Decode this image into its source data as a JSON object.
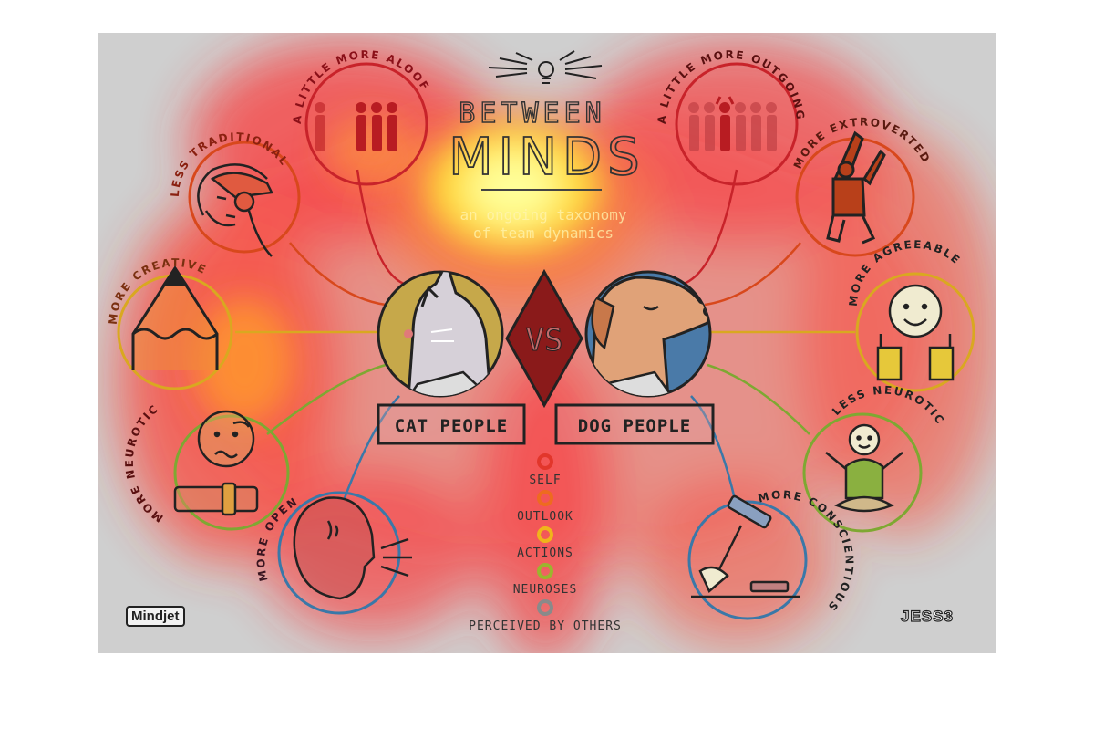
{
  "title": {
    "line1": "BETWEEN",
    "line2": "MINDS",
    "subtitle1": "an ongoing taxonomy",
    "subtitle2": "of team dynamics"
  },
  "center": {
    "vs": "VS",
    "left": "CAT PEOPLE",
    "right": "DOG PEOPLE"
  },
  "traits_cat": [
    "A LITTLE MORE ALOOF",
    "LESS TRADITIONAL",
    "MORE CREATIVE",
    "MORE NEUROTIC",
    "MORE OPEN"
  ],
  "traits_dog": [
    "A LITTLE MORE OUTGOING",
    "MORE EXTROVERTED",
    "MORE AGREEABLE",
    "LESS NEUROTIC",
    "MORE CONSCIENTIOUS"
  ],
  "legend": [
    "SELF",
    "OUTLOOK",
    "ACTIONS",
    "NEUROSES",
    "PERCEIVED BY OTHERS"
  ],
  "legend_colors": [
    "#e2362b",
    "#ee6b1f",
    "#f0b41b",
    "#9bb52e",
    "#8a8a8a"
  ],
  "brands": {
    "left": "Mindjet",
    "right": "JESS3"
  },
  "colors": {
    "red": "#d2232a",
    "orange": "#e25a1c",
    "yellow": "#e2b628",
    "green": "#7ea832",
    "blue": "#3a78a8",
    "heat_hot": "#ffff66",
    "heat_red": "#ff2a2a"
  }
}
